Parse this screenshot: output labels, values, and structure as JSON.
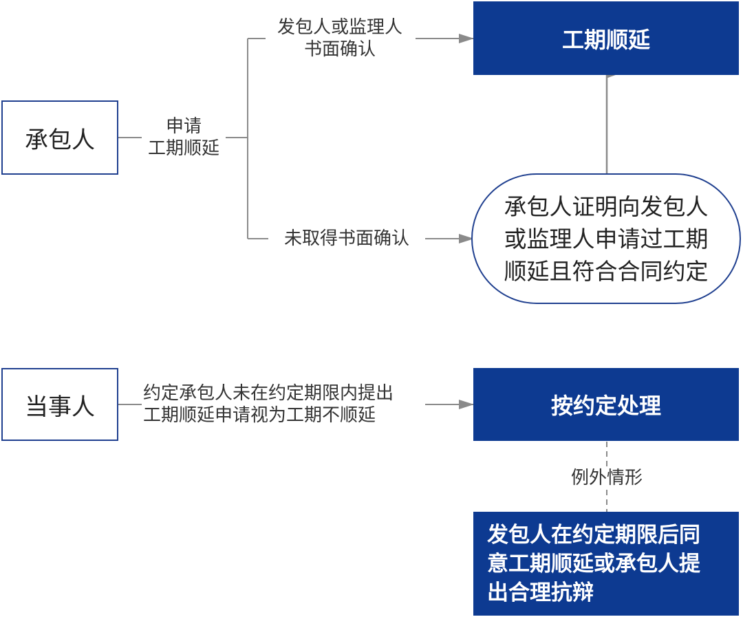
{
  "nodes": {
    "contractor": "承包人",
    "extension": "工期顺延",
    "proof": [
      "承包人证明向发包人",
      "或监理人申请过工期",
      "顺延且符合合同约定"
    ],
    "party": "当事人",
    "handle": "按约定处理",
    "exception_result": [
      "发包人在约定期限后同",
      "意工期顺延或承包人提",
      "出合理抗辩"
    ]
  },
  "edges": {
    "apply": [
      "申请",
      "工期顺延"
    ],
    "confirmed": [
      "发包人或监理人",
      "书面确认"
    ],
    "not_confirmed": "未取得书面确认",
    "agreed_deadline": [
      "约定承包人未在约定期限内提出",
      "工期顺延申请视为工期不顺延"
    ],
    "exception": "例外情形"
  },
  "colors": {
    "primary_fill": "#0d3a91",
    "outline": "#1f3f8f",
    "connector": "#8a8a8a"
  }
}
